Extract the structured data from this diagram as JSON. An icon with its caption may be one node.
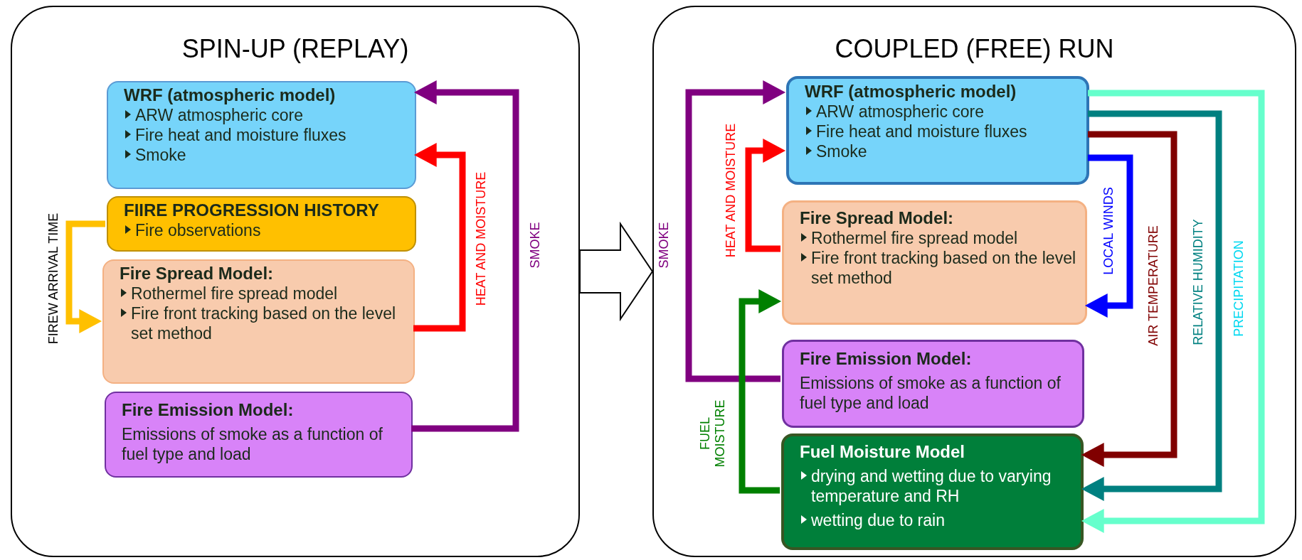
{
  "diagram": {
    "nodes": [
      {
        "text": [
          "SPIN-UP (REPLAY)"
        ]
      },
      {
        "text": [
          "WRF (atmospheric model)",
          "ARW atmospheric core",
          "Fire heat and moisture fluxes",
          "Smoke"
        ],
        "in": 0
      },
      {
        "text": [
          "FIIRE PROGRESSION HISTORY",
          "Fire observations"
        ],
        "in": 0
      },
      {
        "text": [
          "Fire Spread Model:",
          "Rothermel fire spread model",
          "Fire front tracking based on the level set method"
        ],
        "in": 0
      },
      {
        "text": [
          "Fire Emission Model:",
          "Emissions of smoke as a function of fuel type and load"
        ],
        "in": 0
      },
      {
        "text": [
          "COUPLED (FREE) RUN"
        ]
      },
      {
        "text": [
          "WRF (atmospheric model)",
          "ARW atmospheric core",
          "Fire heat and moisture fluxes",
          "Smoke"
        ],
        "in": 5
      },
      {
        "text": [
          "Fire Spread Model:",
          "Rothermel fire spread model",
          "Fire front tracking based on the level set method"
        ],
        "in": 5
      },
      {
        "text": [
          "Fire Emission Model:",
          "Emissions of smoke as a function of fuel type and load"
        ],
        "in": 5
      },
      {
        "text": [
          "Fuel Moisture Model",
          "drying and wetting due to varying temperature and RH",
          "wetting due to rain"
        ],
        "in": 5
      }
    ],
    "edges": [
      {
        "from": 4,
        "to": 1,
        "arrow": "to",
        "label": "SMOKE",
        "color": "#800080"
      },
      {
        "from": 3,
        "to": 1,
        "arrow": "to",
        "label": "HEAT AND MOISTURE",
        "color": "#ff0000"
      },
      {
        "from": 2,
        "to": 3,
        "arrow": "to",
        "label": "FIREW ARRIVAL TIME",
        "color": "#ffc000"
      },
      {
        "from": 0,
        "to": 5,
        "arrow": "to",
        "style": "thick",
        "color": "#000000"
      },
      {
        "from": 8,
        "to": 6,
        "arrow": "to",
        "label": "SMOKE",
        "color": "#800080"
      },
      {
        "from": 7,
        "to": 6,
        "arrow": "to",
        "label": "HEAT AND MOISTURE",
        "color": "#ff0000"
      },
      {
        "from": 9,
        "to": 7,
        "arrow": "to",
        "label": "FUEL MOISTURE",
        "color": "#008000"
      },
      {
        "from": 6,
        "to": 7,
        "arrow": "to",
        "label": "LOCAL WINDS",
        "color": "#0000ff"
      },
      {
        "from": 6,
        "to": 9,
        "arrow": "to",
        "label": "AIR TEMPERATURE",
        "color": "#800000"
      },
      {
        "from": 6,
        "to": 9,
        "arrow": "to",
        "label": "RELATIVE HUMIDITY",
        "color": "#008080"
      },
      {
        "from": 6,
        "to": 9,
        "arrow": "to",
        "label": "PRECIPITATION",
        "color": "#66ffcc"
      }
    ]
  }
}
